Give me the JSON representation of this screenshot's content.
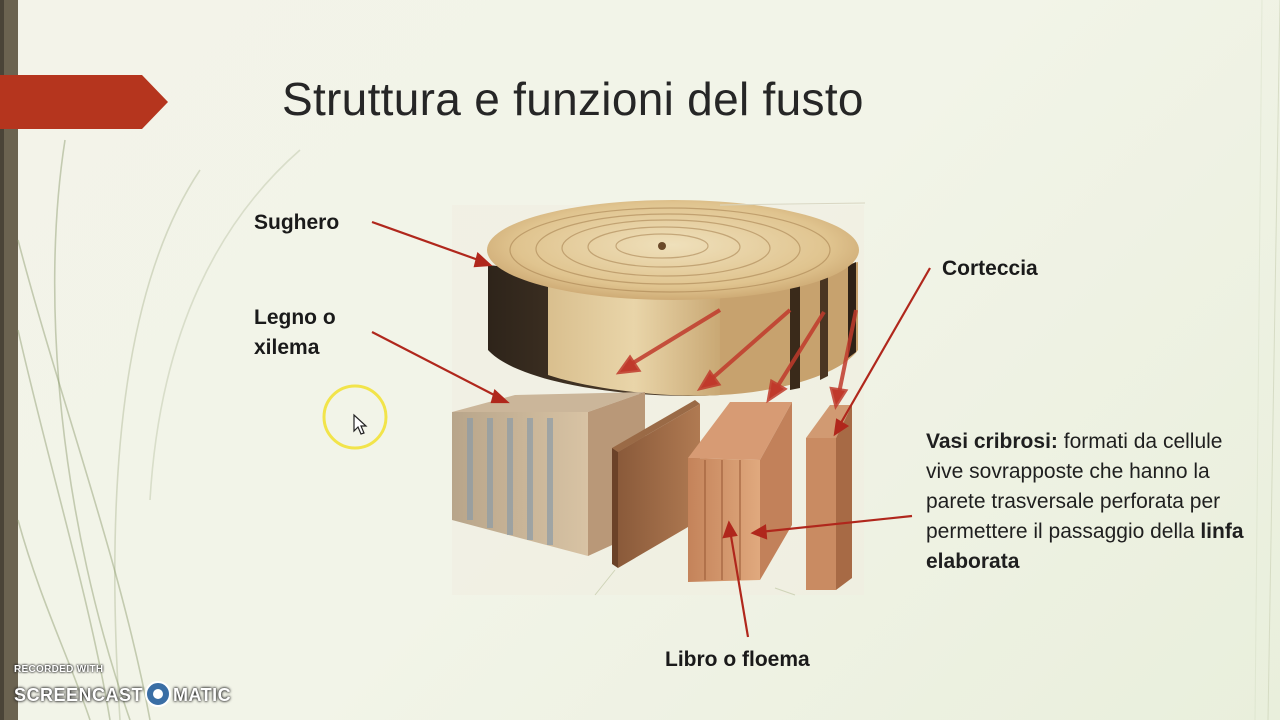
{
  "slide": {
    "title": "Struttura e funzioni del fusto",
    "accent_color": "#b5351e"
  },
  "labels": {
    "sughero": "Sughero",
    "legno": "Legno o xilema",
    "corteccia": "Corteccia",
    "libro": "Libro o floema"
  },
  "description": {
    "term": "Vasi cribrosi:",
    "text1": " formati da cellule vive sovrapposte che hanno la parete trasversale perforata per permettere il passaggio della ",
    "emphasis": "linfa elaborata"
  },
  "watermark": {
    "line1": "RECORDED WITH",
    "part1": "SCREENCAST",
    "part2": "MATIC"
  },
  "icons": {
    "ribbon": "ribbon-shape",
    "cursor": "mouse-pointer-icon",
    "highlight": "cursor-highlight-circle",
    "logo": "screencast-logo-icon"
  }
}
